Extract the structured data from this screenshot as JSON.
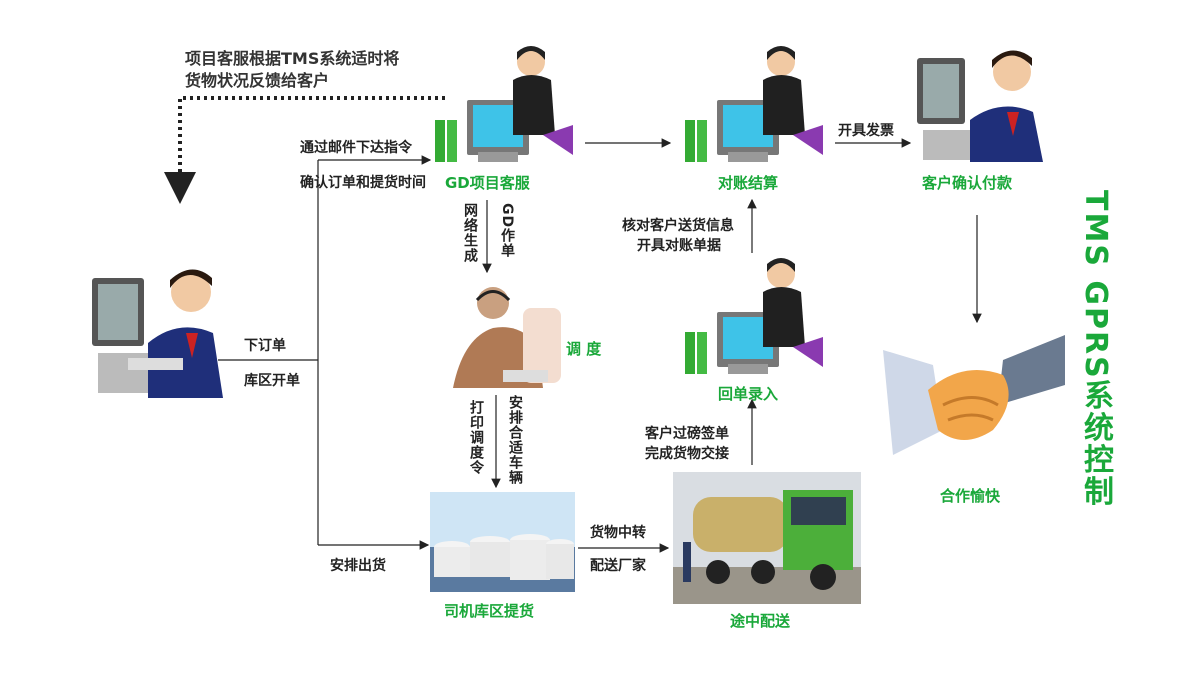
{
  "note": {
    "line1": "项目客服根据TMS系统适时将",
    "line2": "货物状况反馈给客户"
  },
  "nodes": {
    "gd_service": "GD项目客服",
    "reconcile": "对账结算",
    "customer_confirm": "客户确认付款",
    "dispatch": "调 度",
    "receipt_entry": "回单录入",
    "depot_pickup": "司机库区提货",
    "in_transit": "途中配送",
    "cooperation": "合作愉快"
  },
  "edges": {
    "email_order": "通过邮件下达指令",
    "confirm_order": "确认订单和提货时间",
    "place_order": "下订单",
    "depot_bill": "库区开单",
    "arrange_shipment": "安排出货",
    "network_gen": "网络生成",
    "gd_job": "GD作单",
    "print_dispatch": "打印调度令",
    "arrange_vehicle": "安排合适车辆",
    "goods_transfer": "货物中转",
    "deliver_factory": "配送厂家",
    "weigh_sign": "客户过磅签单",
    "handover": "完成货物交接",
    "check_delivery": "核对客户送货信息",
    "issue_statement": "开具对账单据",
    "invoice": "开具发票"
  },
  "side_title": "TMS GPRS系统控制",
  "colors": {
    "accent_green": "#1aa83a",
    "text": "#222222"
  }
}
